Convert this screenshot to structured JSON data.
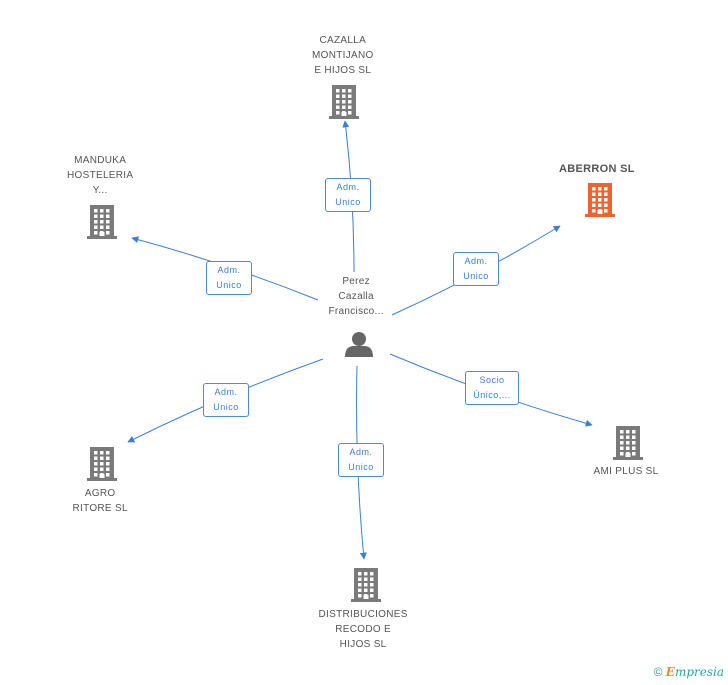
{
  "center": {
    "label_lines": [
      "Perez",
      "Cazalla",
      "Francisco..."
    ],
    "icon": "person-icon"
  },
  "nodes": [
    {
      "id": "cazalla",
      "label_lines": [
        "CAZALLA",
        "MONTIJANO",
        "E HIJOS SL"
      ],
      "icon": "building-icon",
      "highlight": false
    },
    {
      "id": "manduka",
      "label_lines": [
        "MANDUKA",
        "HOSTELERIA",
        "Y..."
      ],
      "icon": "building-icon",
      "highlight": false
    },
    {
      "id": "aberron",
      "label_lines": [
        "ABERRON SL"
      ],
      "icon": "building-icon",
      "highlight": true
    },
    {
      "id": "amiplus",
      "label_lines": [
        "AMI PLUS SL"
      ],
      "icon": "building-icon",
      "highlight": false
    },
    {
      "id": "agro",
      "label_lines": [
        "AGRO",
        "RITORE SL"
      ],
      "icon": "building-icon",
      "highlight": false
    },
    {
      "id": "distribuciones",
      "label_lines": [
        "DISTRIBUCIONES",
        "RECODO E",
        "HIJOS SL"
      ],
      "icon": "building-icon",
      "highlight": false
    }
  ],
  "edges": [
    {
      "to": "cazalla",
      "label_lines": [
        "Adm.",
        "Unico"
      ]
    },
    {
      "to": "manduka",
      "label_lines": [
        "Adm.",
        "Unico"
      ]
    },
    {
      "to": "aberron",
      "label_lines": [
        "Adm.",
        "Unico"
      ]
    },
    {
      "to": "amiplus",
      "label_lines": [
        "Socio",
        "Único,..."
      ]
    },
    {
      "to": "agro",
      "label_lines": [
        "Adm.",
        "Unico"
      ]
    },
    {
      "to": "distribuciones",
      "label_lines": [
        "Adm.",
        "Unico"
      ]
    }
  ],
  "colors": {
    "edge": "#3a7fd0",
    "building": "#7a7a7a",
    "building_highlight": "#f0622f",
    "person": "#666666"
  },
  "footer": {
    "copyright": "©",
    "brand_initial": "E",
    "brand_rest": "mpresia"
  }
}
